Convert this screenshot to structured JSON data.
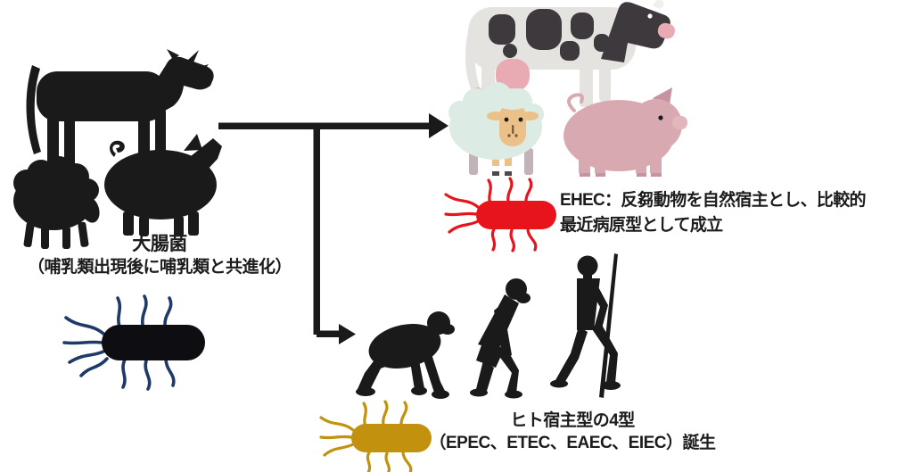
{
  "diagram": {
    "title_implied": "E. coli host evolution diagram",
    "left_group": {
      "caption_line1": "大腸菌",
      "caption_line2": "（哺乳類出現後に哺乳類と共進化）"
    },
    "ehec_branch": {
      "caption_line1": "EHEC：反芻動物を自然宿主とし、比較的",
      "caption_line2": "最近病原型として成立"
    },
    "human_branch": {
      "caption_line1": "ヒト宿主型の4型",
      "caption_line2": "（EPEC、ETEC、EAEC、EIEC）誕生"
    }
  },
  "icons": {
    "left_animals": "cow-sheep-pig-silhouette-icon",
    "ancestral_bacterium": "bacterium-icon",
    "colored_animals": "cow-sheep-pig-color-icon",
    "ehec_bacterium": "bacterium-icon",
    "human_evolution": "ape-to-human-evolution-icon",
    "human_bacterium": "bacterium-icon",
    "arrows": "branching-arrow-icon"
  },
  "palette": {
    "silhouette": "#1a1a1a",
    "arrow": "#1a1a1a",
    "text": "#1c1c1c",
    "ecoli_ancestral_body": "#0d0d12",
    "ecoli_ancestral_flagella": "#1f3a68",
    "ecoli_ehec": "#e8141c",
    "ecoli_human": "#c2920e",
    "cow_body": "#e4e3e0",
    "cow_patch": "#3d393c",
    "cow_pink": "#e9aab4",
    "cow_horn": "#efefec",
    "sheep_wool": "#dcebe4",
    "sheep_face": "#ecc089",
    "sheep_leg": "#c2b3b8",
    "sheep_detail": "#7a5c3e",
    "hoof": "#4a4a4a",
    "pig_body": "#d9a9b2",
    "pig_dark": "#c793a0",
    "pig_snout": "#e2b6bd",
    "eye": "#1a1a1a",
    "white": "#ffffff"
  }
}
